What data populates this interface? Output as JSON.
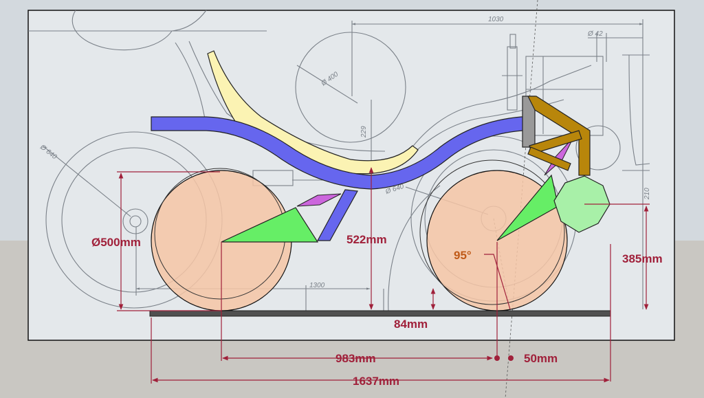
{
  "colors": {
    "dimension": "#a0203a",
    "angle_label": "#c05a18",
    "frame_blue": "#6666ee",
    "seat_yellow": "#fbf3b3",
    "wheel_peach": "#f6c6a6",
    "triangle_green": "#66ee66",
    "pod_green": "#a8f0a8",
    "fork_gold": "#b8860b",
    "diamond_purple": "#cc66dd",
    "blueprint_line": "#7a8088",
    "ground": "#505050"
  },
  "dimensions": {
    "wheel_diameter": "Ø500mm",
    "seat_height": "522mm",
    "ground_clearance": "84mm",
    "pivot_height": "385mm",
    "angle": "95°",
    "wheelbase": "983mm",
    "offset": "50mm",
    "overall_length": "1637mm"
  },
  "blueprint_labels": {
    "top_length": "1030",
    "tube_diameter": "Ø 42",
    "head_diameter": "Ø 400",
    "head_height": "229",
    "rear_wheel": "Ø 640",
    "front_wheel": "Ø 640",
    "front_height": "210",
    "bottom_length": "1300"
  }
}
